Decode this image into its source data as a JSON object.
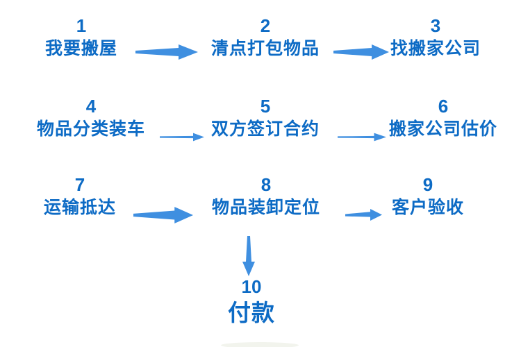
{
  "diagram": {
    "type": "flowchart",
    "topic": "moving-house-process",
    "background": "#ffffff"
  },
  "colors": {
    "step_text": "#0d6bc5",
    "arrow": "#3f8fe0"
  },
  "steps": [
    {
      "number": "1",
      "label": "我要搬屋"
    },
    {
      "number": "2",
      "label": "清点打包物品"
    },
    {
      "number": "3",
      "label": "找搬家公司"
    },
    {
      "number": "4",
      "label": "物品分类装车"
    },
    {
      "number": "5",
      "label": "双方签订合约"
    },
    {
      "number": "6",
      "label": "搬家公司估价"
    },
    {
      "number": "7",
      "label": "运输抵达"
    },
    {
      "number": "8",
      "label": "物品装卸定位"
    },
    {
      "number": "9",
      "label": "客户验收"
    },
    {
      "number": "10",
      "label": "付款"
    }
  ],
  "arrows": [
    {
      "name": "arrow-step1-to-step2",
      "direction": "right",
      "style": "tapered"
    },
    {
      "name": "arrow-step2-to-step3",
      "direction": "right",
      "style": "tapered"
    },
    {
      "name": "arrow-step4-to-step5",
      "direction": "right",
      "style": "thin-line"
    },
    {
      "name": "arrow-step5-to-step6",
      "direction": "right",
      "style": "thin-line"
    },
    {
      "name": "arrow-step7-to-step8",
      "direction": "right",
      "style": "tapered"
    },
    {
      "name": "arrow-step8-to-step9",
      "direction": "right",
      "style": "tapered-small"
    },
    {
      "name": "arrow-step8-to-step10",
      "direction": "down",
      "style": "tapered"
    }
  ]
}
